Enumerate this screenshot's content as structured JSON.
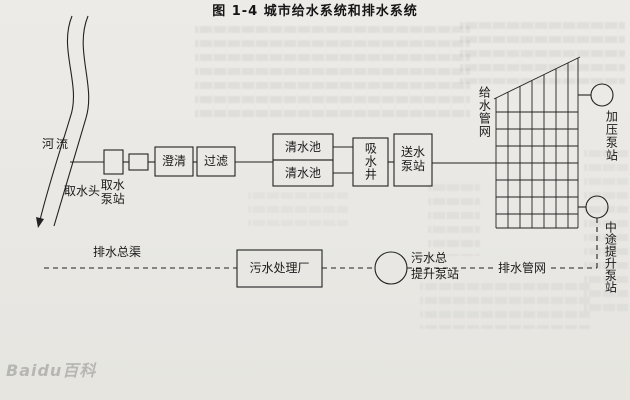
{
  "figure": {
    "caption": "图 1-4  城市给水系统和排水系统",
    "watermark": "Baidu百科"
  },
  "water_supply": {
    "river": "河流",
    "intake_head": "取水头",
    "intake_pump_station": "取水泵站",
    "clarification": "澄清",
    "filtration": "过滤",
    "clear_water_tanks": [
      "清水池",
      "清水池"
    ],
    "suction_well": "吸水井",
    "delivery_pump_station": "送水泵站",
    "supply_network": "给水管网",
    "booster_pump_station": "加压泵站"
  },
  "drainage": {
    "midway_lift_pump_station": "中途提升泵站",
    "main_drainage_channel": "排水总渠",
    "sewage_treatment_plant": "污水处理厂",
    "main_sewage_lift_pump_station": [
      "污水总",
      "提升泵站"
    ],
    "drainage_network": "排水管网"
  },
  "colors": {
    "paper": "#e9e8e4",
    "ink": "#222222"
  }
}
